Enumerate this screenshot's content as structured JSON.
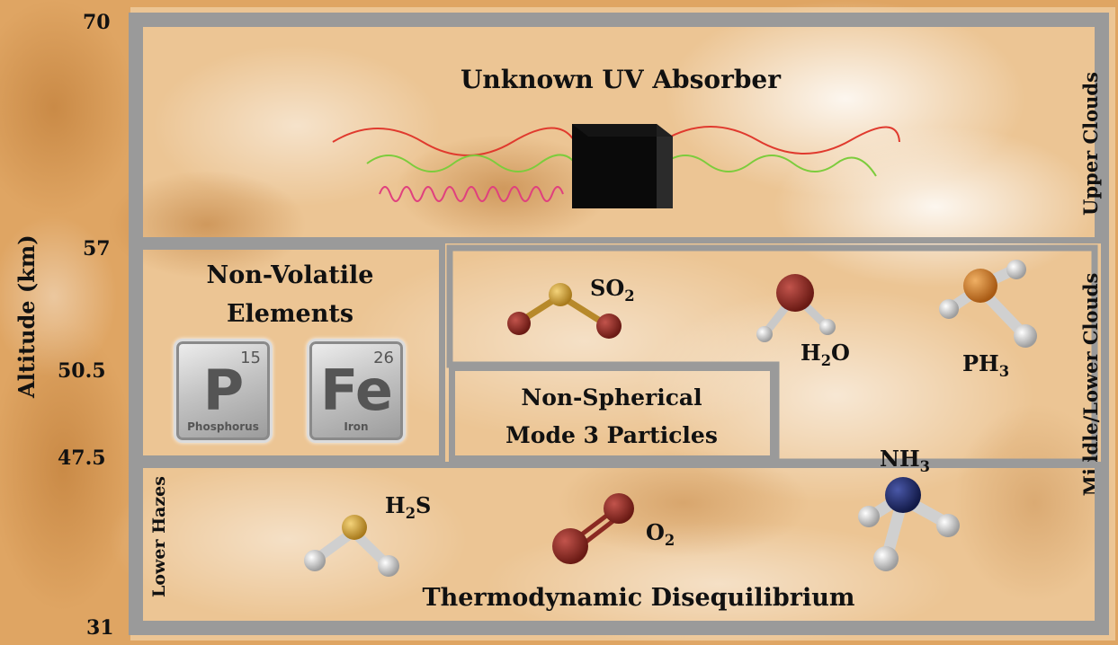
{
  "axis": {
    "label": "Altitude (km)",
    "ticks": [
      "70",
      "57",
      "50.5",
      "47.5",
      "31"
    ]
  },
  "regions": {
    "upper_clouds": "Upper Clouds",
    "middle_lower_clouds": "Middle/Lower Clouds",
    "lower_hazes": "Lower Hazes"
  },
  "panels": {
    "uv_absorber": "Unknown UV Absorber",
    "non_volatile_line1": "Non-Volatile",
    "non_volatile_line2": "Elements",
    "non_spherical_line1": "Non-Spherical",
    "non_spherical_line2": "Mode 3 Particles",
    "thermo": "Thermodynamic Disequilibrium"
  },
  "elements": [
    {
      "symbol": "P",
      "number": "15",
      "name": "Phosphorus"
    },
    {
      "symbol": "Fe",
      "number": "26",
      "name": "Iron"
    }
  ],
  "molecules": {
    "so2": {
      "main": "SO",
      "sub": "2"
    },
    "h2o": {
      "pre": "H",
      "sub": "2",
      "post": "O"
    },
    "ph3": {
      "main": "PH",
      "sub": "3"
    },
    "nh3": {
      "main": "NH",
      "sub": "3"
    },
    "h2s": {
      "pre": "H",
      "sub": "2",
      "post": "S"
    },
    "o2": {
      "main": "O",
      "sub": "2"
    }
  },
  "colors": {
    "frame": "#9a9a9a",
    "sulfur": "#d9a63a",
    "oxygen": "#9b2b24",
    "hydrogen": "#e6e6e6",
    "phosphorus": "#d98a2c",
    "nitrogen": "#1f2a6b",
    "wave_red": "#e03a2e",
    "wave_green": "#7ccc3c",
    "wave_pink": "#e0407e"
  }
}
